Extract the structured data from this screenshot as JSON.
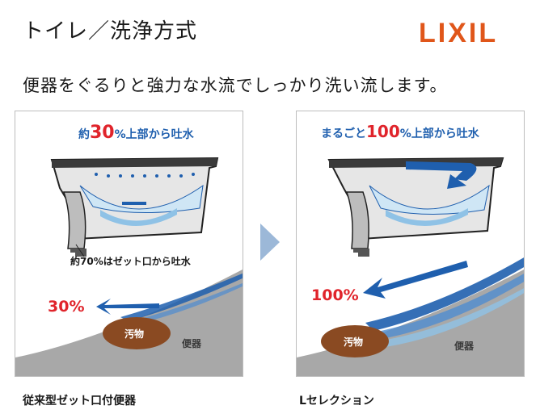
{
  "header": {
    "title": "トイレ／洗浄方式",
    "logo_text": "LIXIL",
    "subtitle": "便器をぐるりと強力な水流でしっかり洗い流します。"
  },
  "colors": {
    "brand": "#e0561a",
    "accent_blue": "#1f5fae",
    "accent_red": "#e0242b",
    "water": "#cfe6f5",
    "bowl": "#9a9a9a",
    "dirt": "#8a4a22"
  },
  "left_panel": {
    "top_label_pre": "約",
    "top_label_num": "30",
    "top_label_post": "%上部から吐水",
    "bottom_label": "約70%はゼット口から吐水",
    "flow_label": "30%",
    "dirt_label": "汚物",
    "bowl_label": "便器",
    "caption": "従来型ゼット口付便器"
  },
  "right_panel": {
    "top_label_pre": "まるごと",
    "top_label_num": "100",
    "top_label_post": "%上部から吐水",
    "flow_label": "100%",
    "dirt_label": "汚物",
    "bowl_label": "便器",
    "caption": "Lセレクション"
  }
}
